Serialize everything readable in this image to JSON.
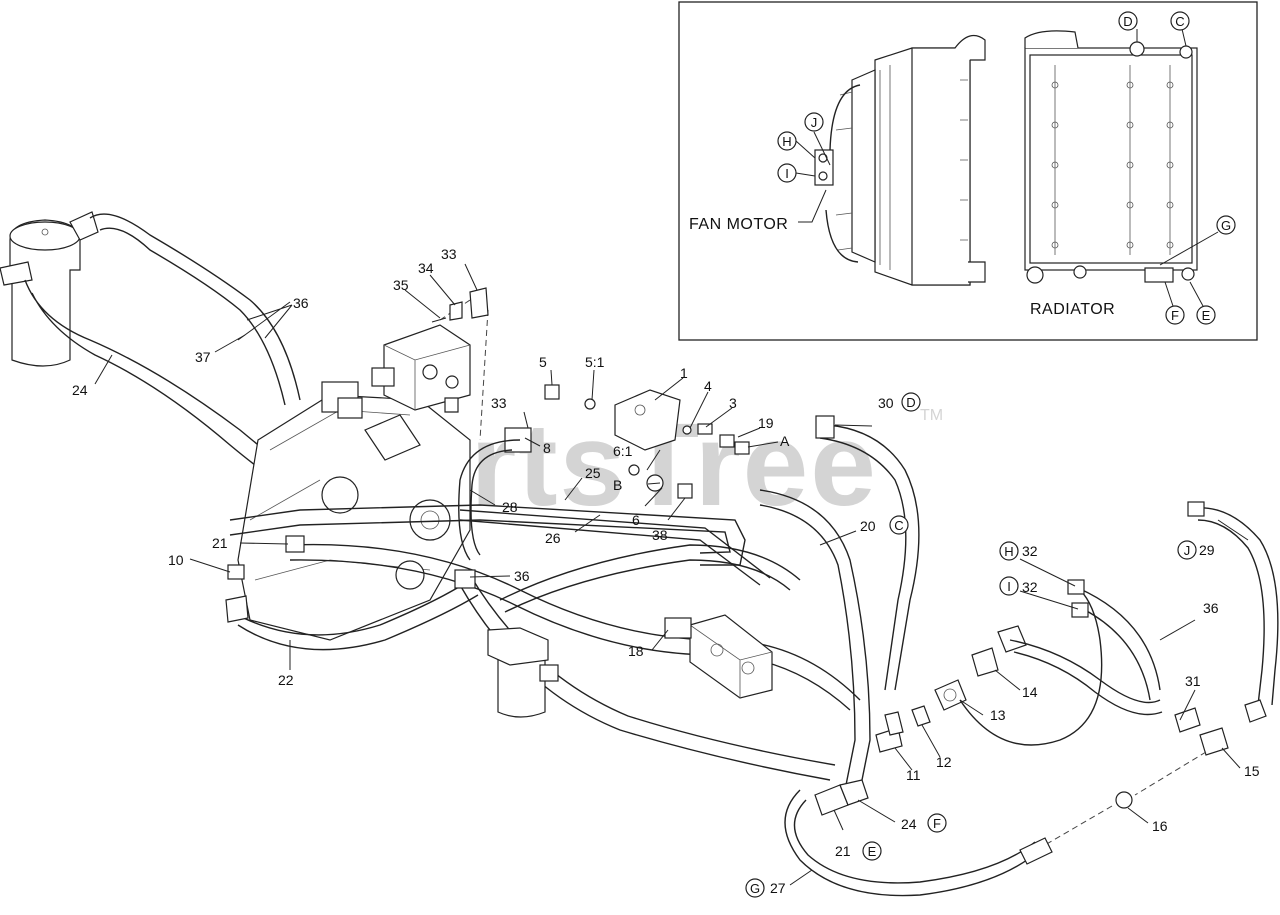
{
  "watermark": {
    "text": "PartsTree",
    "trademark": "TM"
  },
  "inset": {
    "title_fan_motor": "FAN MOTOR",
    "title_radiator": "RADIATOR",
    "connection_letters": [
      "D",
      "C",
      "J",
      "H",
      "I",
      "G",
      "F",
      "E"
    ]
  },
  "callouts": {
    "p1": "1",
    "p3": "3",
    "p4": "4",
    "p5": "5",
    "p5_1": "5:1",
    "p6": "6",
    "p6_1": "6:1",
    "p8": "8",
    "p10": "10",
    "p11": "11",
    "p12": "12",
    "p13": "13",
    "p14": "14",
    "p15": "15",
    "p16": "16",
    "p18": "18",
    "p19": "19",
    "p20": "20",
    "p21a": "21",
    "p21b": "21",
    "p22": "22",
    "p24a": "24",
    "p24b": "24",
    "p25": "25",
    "p26": "26",
    "p27": "27",
    "p28": "28",
    "p29": "29",
    "p30": "30",
    "p31": "31",
    "p32a": "32",
    "p32b": "32",
    "p33a": "33",
    "p33b": "33",
    "p34": "34",
    "p35": "35",
    "p36a": "36",
    "p36b": "36",
    "p36c": "36",
    "p37": "37",
    "p38": "38",
    "pA": "A",
    "pB": "B"
  },
  "circled": {
    "c30": "D",
    "c20": "C",
    "c32a": "H",
    "c32b": "I",
    "c29": "J",
    "c24": "F",
    "c21": "E",
    "c27": "G"
  }
}
